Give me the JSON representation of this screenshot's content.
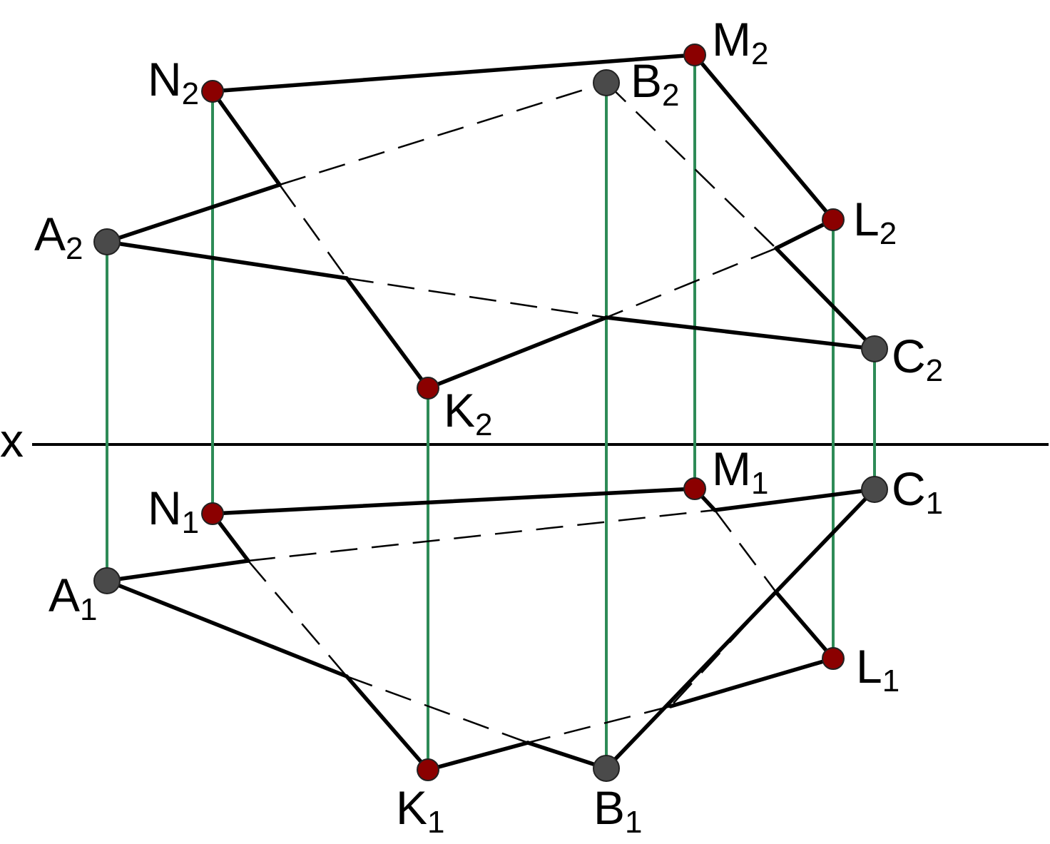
{
  "diagram": {
    "axis": {
      "label": "x"
    },
    "colors": {
      "line": "#000000",
      "link_line": "#2e8b57",
      "triangle_point": "#4a4a4a",
      "quad_point": "#8b0000"
    },
    "points": {
      "A2": {
        "letter": "A",
        "index": "2"
      },
      "B2": {
        "letter": "B",
        "index": "2"
      },
      "C2": {
        "letter": "C",
        "index": "2"
      },
      "N2": {
        "letter": "N",
        "index": "2"
      },
      "M2": {
        "letter": "M",
        "index": "2"
      },
      "L2": {
        "letter": "L",
        "index": "2"
      },
      "K2": {
        "letter": "K",
        "index": "2"
      },
      "A1": {
        "letter": "A",
        "index": "1"
      },
      "B1": {
        "letter": "B",
        "index": "1"
      },
      "C1": {
        "letter": "C",
        "index": "1"
      },
      "N1": {
        "letter": "N",
        "index": "1"
      },
      "M1": {
        "letter": "M",
        "index": "1"
      },
      "L1": {
        "letter": "L",
        "index": "1"
      },
      "K1": {
        "letter": "K",
        "index": "1"
      }
    }
  }
}
